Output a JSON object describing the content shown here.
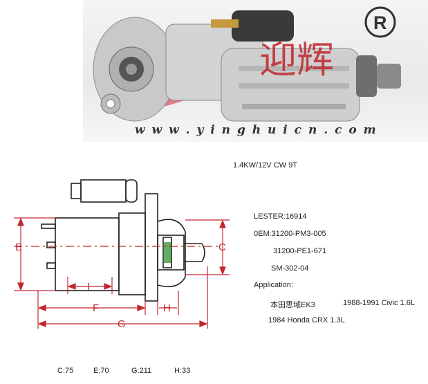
{
  "photo": {
    "watermark_url": "w w w . y i n g h u i c n . c o m",
    "registered_mark": "R",
    "brand_chars": "迎辉"
  },
  "specs": {
    "power": "1.4KW/12V   CW   9T",
    "lester": "LESTER:16914",
    "oem_1": "0EM:31200-PM3-005",
    "oem_2": "31200-PE1-671",
    "oem_3": "SM-302-04",
    "application_label": "Application:",
    "app_line1_model": "本田思域EK3",
    "app_line1_years": "1988-1991 Civic 1.6L",
    "app_line2": "1984 Honda CRX 1.3L"
  },
  "diagram": {
    "labels": {
      "E": "E",
      "C": "C",
      "I": "I",
      "F": "F",
      "H": "H",
      "G": "G"
    }
  },
  "dimensions": {
    "c": "C:75",
    "e": "E:70",
    "g": "G:211",
    "h": "H:33"
  },
  "colors": {
    "dimension_line": "#c2272d",
    "drawing_line": "#222222",
    "accent_green": "#3a9a3a"
  }
}
